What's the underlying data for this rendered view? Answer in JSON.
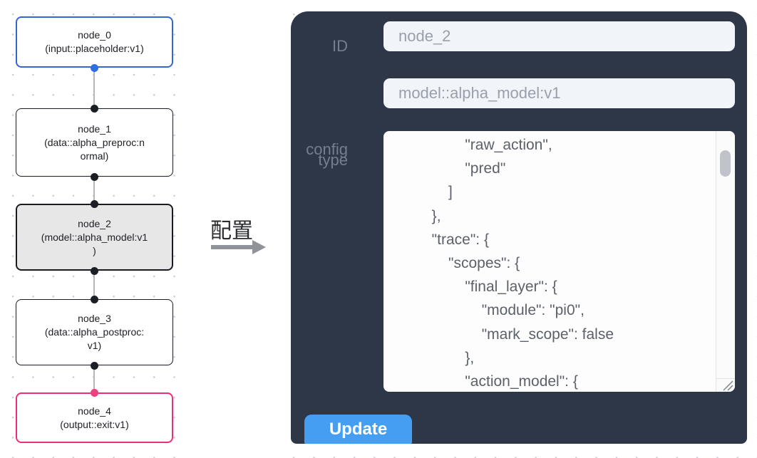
{
  "flow": {
    "nodes": [
      {
        "id": "node_0",
        "lines": [
          "node_0",
          "(input::placeholder:v1)"
        ],
        "role": "input",
        "border_color": "#3565d3",
        "handle_color": "#2e6fe0"
      },
      {
        "id": "node_1",
        "lines": [
          "node_1",
          "(data::alpha_preproc:n",
          "ormal)"
        ],
        "role": "data",
        "border_color": "#181b21",
        "handle_color": "#1b1e24"
      },
      {
        "id": "node_2",
        "lines": [
          "node_2",
          "(model::alpha_model:v1",
          ")"
        ],
        "role": "model",
        "selected": true,
        "border_color": "#181b21",
        "background": "#e7e7e8",
        "handle_color": "#1b1e24"
      },
      {
        "id": "node_3",
        "lines": [
          "node_3",
          "(data::alpha_postproc:",
          "v1)"
        ],
        "role": "data",
        "border_color": "#181b21",
        "handle_color": "#1b1e24"
      },
      {
        "id": "node_4",
        "lines": [
          "node_4",
          "(output::exit:v1)"
        ],
        "role": "output",
        "border_color": "#ee2d78",
        "handle_color": "#f23f7f"
      }
    ]
  },
  "annotation": {
    "label": "配置",
    "arrow_color": "#909399"
  },
  "panel": {
    "background": "#2d3748",
    "fields": [
      {
        "label": "ID",
        "value": "node_2"
      },
      {
        "label": "type",
        "value": "model::alpha_model:v1"
      }
    ],
    "config_label": "config",
    "config_text": "                \"raw_action\",\n                \"pred\"\n            ]\n        },\n        \"trace\": {\n            \"scopes\": {\n                \"final_layer\": {\n                    \"module\": \"pi0\",\n                    \"mark_scope\": false\n                },\n                \"action_model\": {",
    "update_label": "Update",
    "update_color": "#459ef2"
  }
}
